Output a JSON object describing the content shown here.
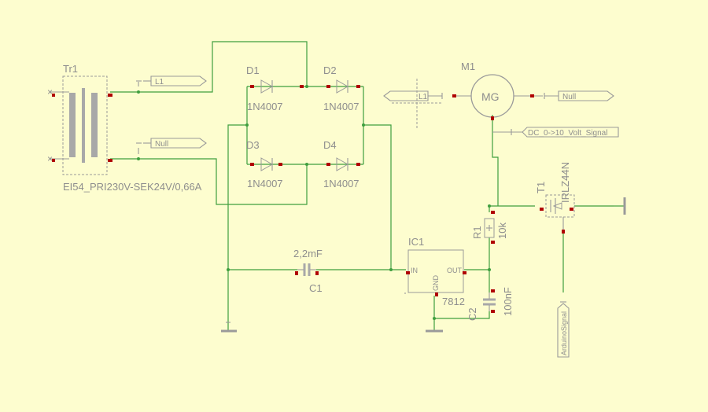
{
  "colors": {
    "background": "#fdfdcf",
    "wire": "#3f9f3f",
    "part": "#9a9a9a",
    "pin": "#b00000",
    "label": "#8e8e8e"
  },
  "transformer": {
    "name": "Tr1",
    "value": "EI54_PRI230V-SEK24V/0,66A"
  },
  "diodes": [
    {
      "name": "D1",
      "value": "1N4007"
    },
    {
      "name": "D2",
      "value": "1N4007"
    },
    {
      "name": "D3",
      "value": "1N4007"
    },
    {
      "name": "D4",
      "value": "1N4007"
    }
  ],
  "capacitor_c1": {
    "name": "C1",
    "value": "2,2mF"
  },
  "regulator": {
    "name": "IC1",
    "value": "7812",
    "pin_in": "IN",
    "pin_out": "OUT",
    "pin_gnd": "GND"
  },
  "resistor": {
    "name": "R1",
    "value": "10k"
  },
  "capacitor_c2": {
    "name": "C2",
    "value": "100nF"
  },
  "motor": {
    "name": "M1",
    "value": "MG"
  },
  "transistor": {
    "name": "T1",
    "value": "IRLZ44N"
  },
  "net_labels": {
    "l1_left": "L1",
    "null_left": "Null",
    "l1_right": "L1",
    "null_right": "Null",
    "dc_signal": "DC_0->10_Volt_Signal",
    "arduino": "ArduinoSignal"
  }
}
